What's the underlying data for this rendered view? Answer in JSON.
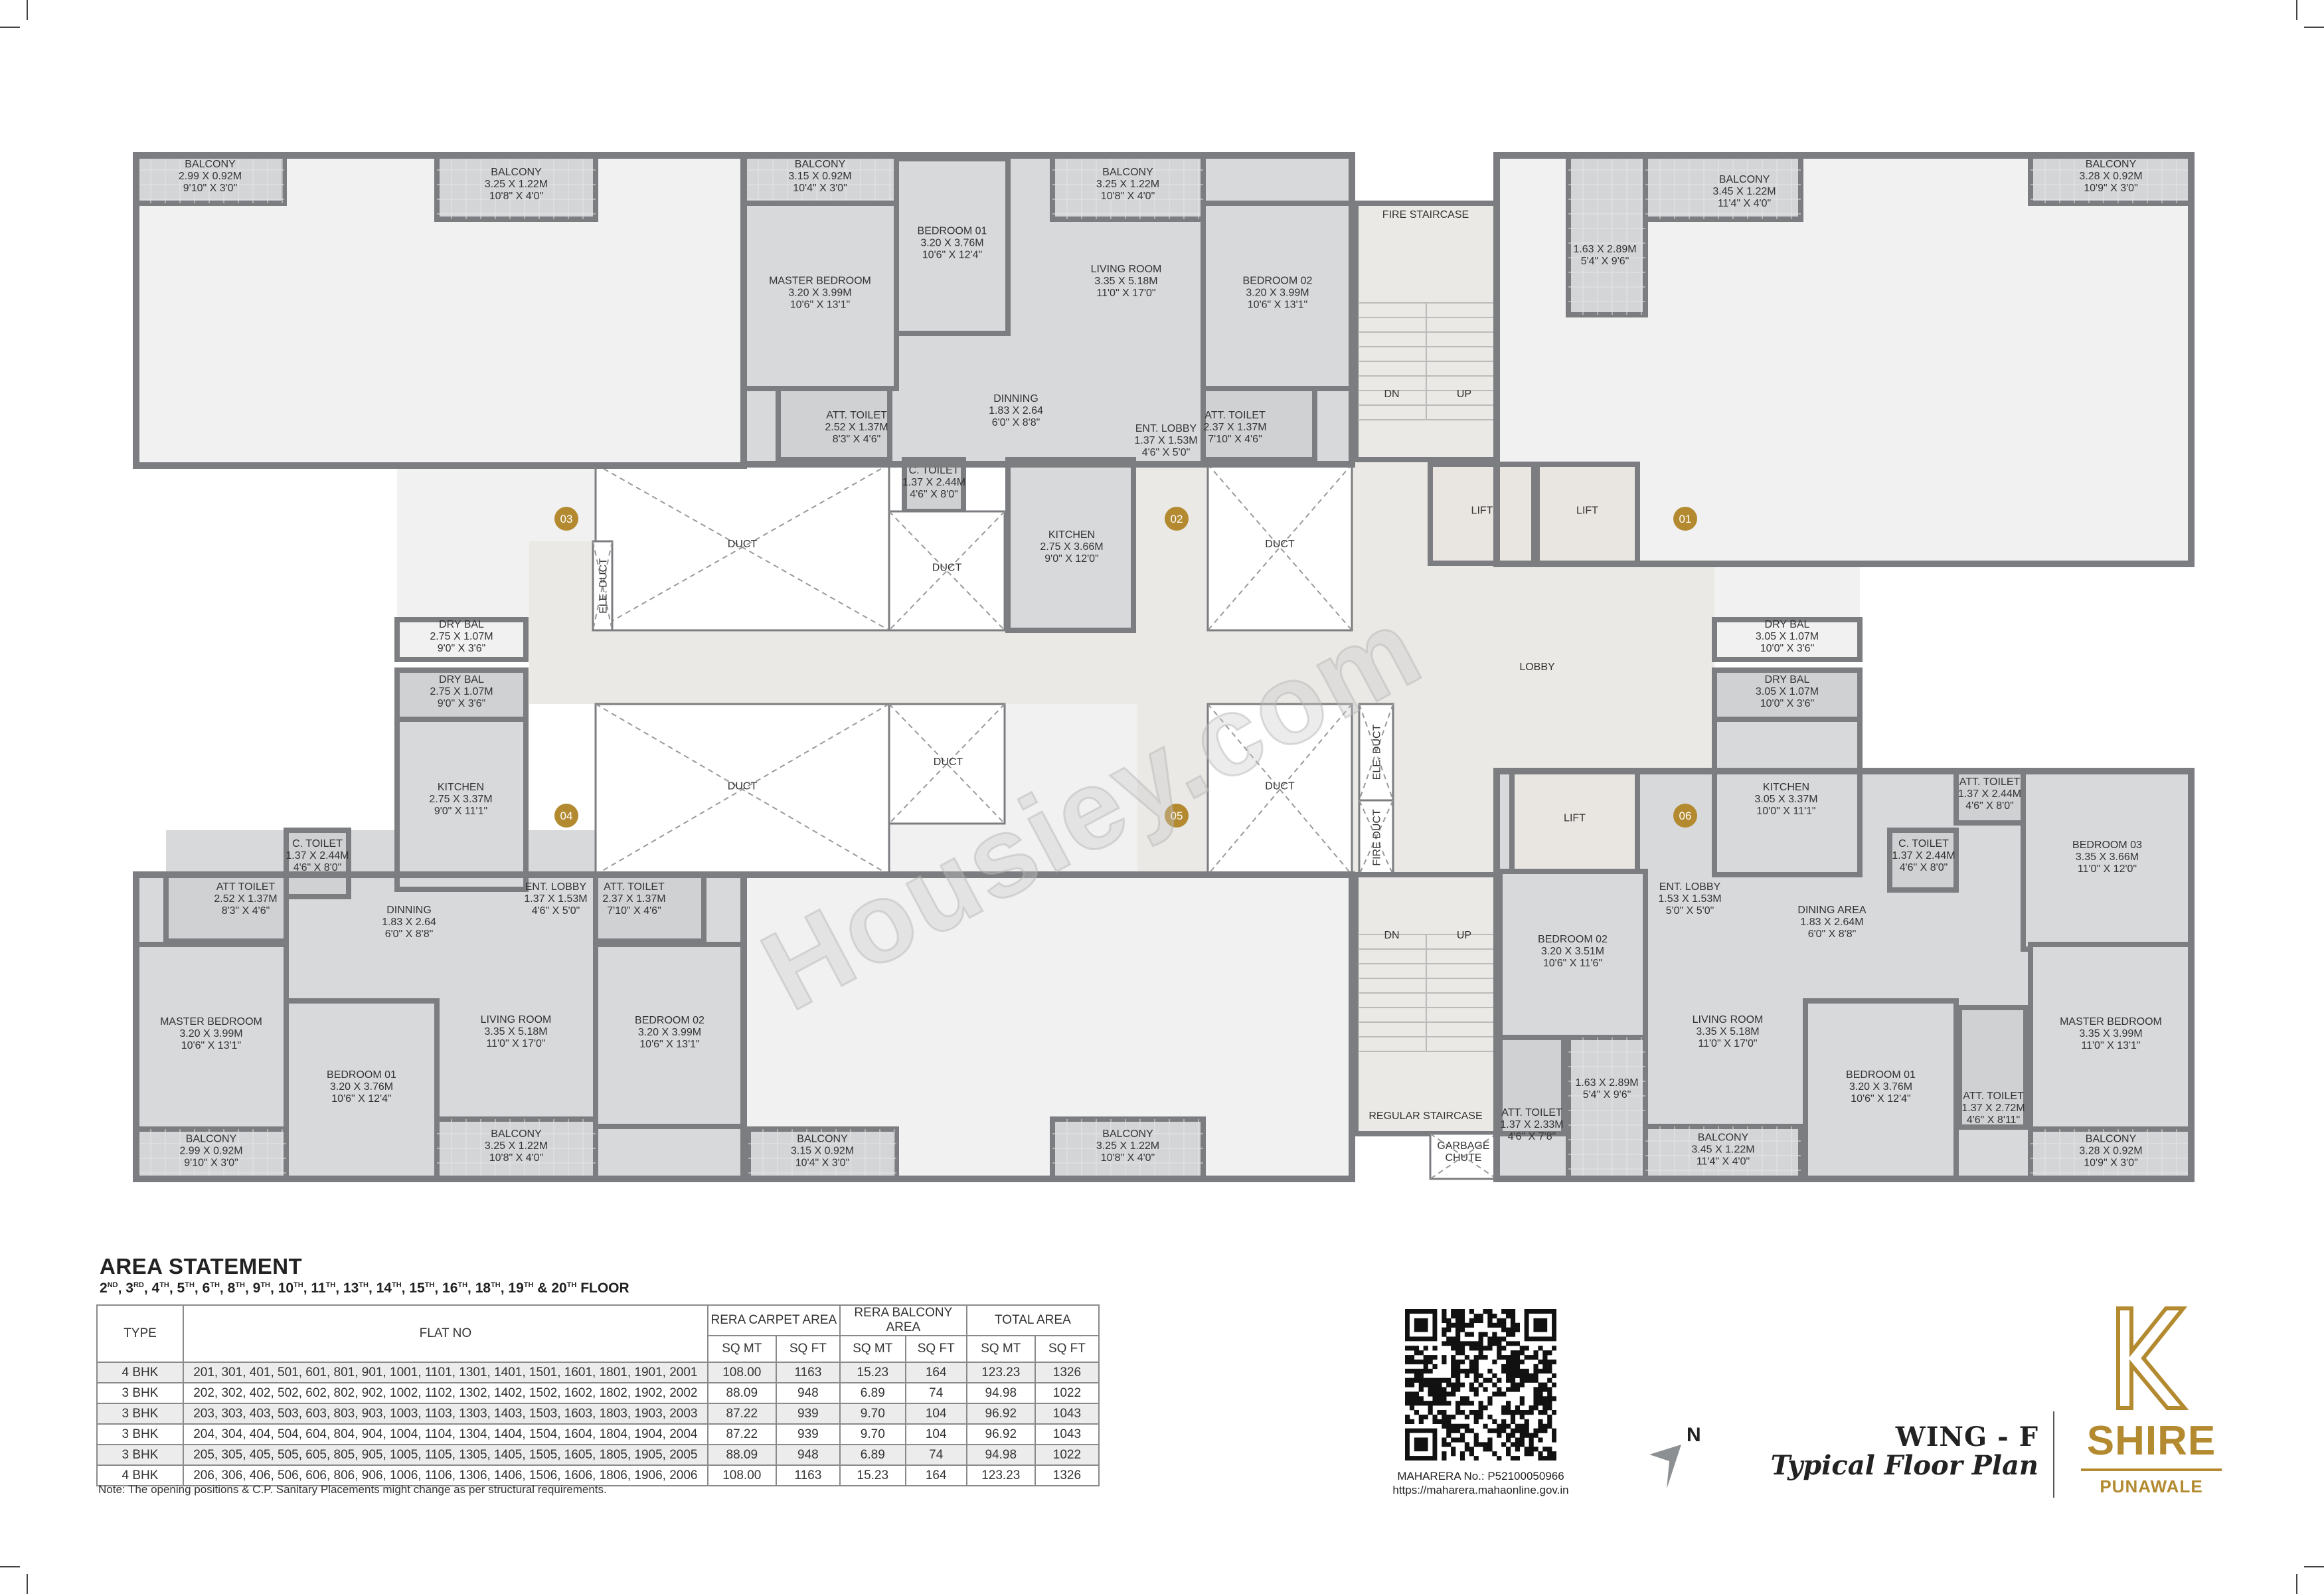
{
  "colors": {
    "grey_room": "#d8d9db",
    "light_room": "#f1f1f2",
    "balcony": "#d3d5d7",
    "lobby": "#ebe9e5",
    "wall": "#7b7d80",
    "gold": "#b38a2f"
  },
  "plan": {
    "rooms": {
      "t03_bal1": {
        "name": "BALCONY",
        "metric": "2.99 X 0.92M",
        "imperial": "9'10\" X 3'0\""
      },
      "t03_bal2": {
        "name": "BALCONY",
        "metric": "3.25 X 1.22M",
        "imperial": "10'8\" X 4'0\""
      },
      "t03_dry": {
        "name": "DRY BAL",
        "metric": "2.75 X 1.07M",
        "imperial": "9'0\" X 3'6\""
      },
      "t02_bal1": {
        "name": "BALCONY",
        "metric": "3.15 X 0.92M",
        "imperial": "10'4\" X 3'0\""
      },
      "t02_master": {
        "name": "MASTER BEDROOM",
        "metric": "3.20 X 3.99M",
        "imperial": "10'6\" X 13'1\""
      },
      "t02_bed1": {
        "name": "BEDROOM 01",
        "metric": "3.20 X 3.76M",
        "imperial": "10'6\" X 12'4\""
      },
      "t02_bal2": {
        "name": "BALCONY",
        "metric": "3.25 X 1.22M",
        "imperial": "10'8\" X 4'0\""
      },
      "t02_living": {
        "name": "LIVING ROOM",
        "metric": "3.35 X 5.18M",
        "imperial": "11'0\" X 17'0\""
      },
      "t02_bed2": {
        "name": "BEDROOM 02",
        "metric": "3.20 X 3.99M",
        "imperial": "10'6\" X 13'1\""
      },
      "t02_att1": {
        "name": "ATT. TOILET",
        "metric": "2.52 X 1.37M",
        "imperial": "8'3\" X 4'6\""
      },
      "t02_ctoilet": {
        "name": "C. TOILET",
        "metric": "1.37 X 2.44M",
        "imperial": "4'6\" X 8'0\""
      },
      "t02_dinning": {
        "name": "DINNING",
        "metric": "1.83 X 2.64",
        "imperial": "6'0\" X 8'8\""
      },
      "t02_entlobby": {
        "name": "ENT. LOBBY",
        "metric": "1.37 X 1.53M",
        "imperial": "4'6\" X 5'0\""
      },
      "t02_att2": {
        "name": "ATT. TOILET",
        "metric": "2.37 X 1.37M",
        "imperial": "7'10\" X 4'6\""
      },
      "t02_kitchen": {
        "name": "KITCHEN",
        "metric": "2.75 X 3.66M",
        "imperial": "9'0\" X 12'0\""
      },
      "duct1": {
        "name": "DUCT"
      },
      "duct2": {
        "name": "DUCT"
      },
      "duct3": {
        "name": "DUCT"
      },
      "eleduct1": {
        "name": "ELE. DUCT"
      },
      "fire_stair": {
        "name": "FIRE STAIRCASE",
        "dn": "DN",
        "up": "UP"
      },
      "lift1": {
        "name": "LIFT"
      },
      "lift2": {
        "name": "LIFT"
      },
      "lobby": {
        "name": "LOBBY"
      },
      "t01_balside": {
        "name": "",
        "metric": "1.63 X 2.89M",
        "imperial": "5'4\" X 9'6\""
      },
      "t01_bal1": {
        "name": "BALCONY",
        "metric": "3.45 X 1.22M",
        "imperial": "11'4\" X 4'0\""
      },
      "t01_bal2": {
        "name": "BALCONY",
        "metric": "3.28 X 0.92M",
        "imperial": "10'9\" X 3'0\""
      },
      "t01_dry": {
        "name": "DRY BAL",
        "metric": "3.05 X 1.07M",
        "imperial": "10'0\" X 3'6\""
      },
      "b04_dry": {
        "name": "DRY BAL",
        "metric": "2.75 X 1.07M",
        "imperial": "9'0\" X 3'6\""
      },
      "b04_kitchen": {
        "name": "KITCHEN",
        "metric": "2.75 X 3.37M",
        "imperial": "9'0\" X 11'1\""
      },
      "b04_ctoilet": {
        "name": "C. TOILET",
        "metric": "1.37 X 2.44M",
        "imperial": "4'6\" X 8'0\""
      },
      "b04_att1": {
        "name": "ATT TOILET",
        "metric": "2.52 X 1.37M",
        "imperial": "8'3\" X 4'6\""
      },
      "b04_dinning": {
        "name": "DINNING",
        "metric": "1.83 X 2.64",
        "imperial": "6'0\" X 8'8\""
      },
      "b04_entlobby": {
        "name": "ENT. LOBBY",
        "metric": "1.37 X 1.53M",
        "imperial": "4'6\" X 5'0\""
      },
      "b04_att2": {
        "name": "ATT. TOILET",
        "metric": "2.37 X 1.37M",
        "imperial": "7'10\" X 4'6\""
      },
      "b04_master": {
        "name": "MASTER BEDROOM",
        "metric": "3.20 X 3.99M",
        "imperial": "10'6\" X 13'1\""
      },
      "b04_bed1": {
        "name": "BEDROOM 01",
        "metric": "3.20 X 3.76M",
        "imperial": "10'6\" X 12'4\""
      },
      "b04_living": {
        "name": "LIVING ROOM",
        "metric": "3.35 X 5.18M",
        "imperial": "11'0\" X 17'0\""
      },
      "b04_bed2": {
        "name": "BEDROOM 02",
        "metric": "3.20 X 3.99M",
        "imperial": "10'6\" X 13'1\""
      },
      "b04_bal1": {
        "name": "BALCONY",
        "metric": "2.99 X 0.92M",
        "imperial": "9'10\" X 3'0\""
      },
      "b04_bal2": {
        "name": "BALCONY",
        "metric": "3.25 X 1.22M",
        "imperial": "10'8\" X 4'0\""
      },
      "duct4": {
        "name": "DUCT"
      },
      "duct5": {
        "name": "DUCT"
      },
      "duct6": {
        "name": "DUCT"
      },
      "b05_bal1": {
        "name": "BALCONY",
        "metric": "3.15 X 0.92M",
        "imperial": "10'4\" X 3'0\""
      },
      "b05_bal2": {
        "name": "BALCONY",
        "metric": "3.25 X 1.22M",
        "imperial": "10'8\" X 4'0\""
      },
      "eleduct2": {
        "name": "ELE. DUCT"
      },
      "fireduct": {
        "name": "FIRE DUCT"
      },
      "lift3": {
        "name": "LIFT"
      },
      "reg_stair": {
        "name": "REGULAR STAIRCASE",
        "dn": "DN",
        "up": "UP"
      },
      "garbage": {
        "name": "GARBAGE",
        "metric": "CHUTE"
      },
      "b06_dry": {
        "name": "DRY BAL",
        "metric": "3.05 X 1.07M",
        "imperial": "10'0\" X 3'6\""
      },
      "b06_kitchen": {
        "name": "KITCHEN",
        "metric": "3.05 X 3.37M",
        "imperial": "10'0\" X 11'1\""
      },
      "b06_entlobby": {
        "name": "ENT. LOBBY",
        "metric": "1.53 X 1.53M",
        "imperial": "5'0\" X 5'0\""
      },
      "b06_dining": {
        "name": "DINING AREA",
        "metric": "1.83 X 2.64M",
        "imperial": "6'0\" X 8'8\""
      },
      "b06_ctoilet": {
        "name": "C. TOILET",
        "metric": "1.37 X 2.44M",
        "imperial": "4'6\" X 8'0\""
      },
      "b06_att1": {
        "name": "ATT. TOILET",
        "metric": "1.37 X 2.44M",
        "imperial": "4'6\" X 8'0\""
      },
      "b06_bed3": {
        "name": "BEDROOM 03",
        "metric": "3.35 X 3.66M",
        "imperial": "11'0\" X 12'0\""
      },
      "b06_bed2": {
        "name": "BEDROOM 02",
        "metric": "3.20 X 3.51M",
        "imperial": "10'6\" X 11'6\""
      },
      "b06_living": {
        "name": "LIVING ROOM",
        "metric": "3.35 X 5.18M",
        "imperial": "11'0\" X 17'0\""
      },
      "b06_bed1": {
        "name": "BEDROOM 01",
        "metric": "3.20 X 3.76M",
        "imperial": "10'6\" X 12'4\""
      },
      "b06_master": {
        "name": "MASTER BEDROOM",
        "metric": "3.35 X 3.99M",
        "imperial": "11'0\" X 13'1\""
      },
      "b06_att3": {
        "name": "ATT. TOILET",
        "metric": "1.37 X 2.72M",
        "imperial": "4'6\" X 8'11\""
      },
      "b06_att2": {
        "name": "ATT. TOILET",
        "metric": "1.37 X 2.33M",
        "imperial": "4'6\" X 7'8\""
      },
      "b06_balside": {
        "name": "",
        "metric": "1.63 X 2.89M",
        "imperial": "5'4\" X 9'6\""
      },
      "b06_bal1": {
        "name": "BALCONY",
        "metric": "3.45 X 1.22M",
        "imperial": "11'4\" X 4'0\""
      },
      "b06_bal2": {
        "name": "BALCONY",
        "metric": "3.28 X 0.92M",
        "imperial": "10'9\" X 3'0\""
      }
    },
    "units": [
      "01",
      "02",
      "03",
      "04",
      "05",
      "06"
    ],
    "watermark": "Housiey.com"
  },
  "area_statement": {
    "title": "AREA STATEMENT",
    "floors": [
      {
        "n": "2",
        "sup": "ND"
      },
      {
        "n": "3",
        "sup": "RD"
      },
      {
        "n": "4",
        "sup": "TH"
      },
      {
        "n": "5",
        "sup": "TH"
      },
      {
        "n": "6",
        "sup": "TH"
      },
      {
        "n": "8",
        "sup": "TH"
      },
      {
        "n": "9",
        "sup": "TH"
      },
      {
        "n": "10",
        "sup": "TH"
      },
      {
        "n": "11",
        "sup": "TH"
      },
      {
        "n": "13",
        "sup": "TH"
      },
      {
        "n": "14",
        "sup": "TH"
      },
      {
        "n": "15",
        "sup": "TH"
      },
      {
        "n": "16",
        "sup": "TH"
      },
      {
        "n": "18",
        "sup": "TH"
      },
      {
        "n": "19",
        "sup": "TH"
      },
      {
        "n": "20",
        "sup": "TH"
      }
    ],
    "floors_joiner": "&",
    "floors_suffix": "FLOOR",
    "headers": {
      "type": "TYPE",
      "flat_no": "FLAT NO",
      "carpet": "RERA CARPET AREA",
      "balcony": "RERA BALCONY AREA",
      "total": "TOTAL AREA",
      "sq_mt": "SQ MT",
      "sq_ft": "SQ FT"
    },
    "rows": [
      {
        "type": "4 BHK",
        "flats": "201, 301, 401, 501, 601, 801, 901, 1001, 1101, 1301, 1401, 1501, 1601, 1801, 1901, 2001",
        "carpet_mt": "108.00",
        "carpet_ft": "1163",
        "bal_mt": "15.23",
        "bal_ft": "164",
        "total_mt": "123.23",
        "total_ft": "1326"
      },
      {
        "type": "3 BHK",
        "flats": "202, 302, 402, 502, 602, 802, 902, 1002, 1102, 1302, 1402, 1502, 1602, 1802, 1902, 2002",
        "carpet_mt": "88.09",
        "carpet_ft": "948",
        "bal_mt": "6.89",
        "bal_ft": "74",
        "total_mt": "94.98",
        "total_ft": "1022"
      },
      {
        "type": "3 BHK",
        "flats": "203, 303, 403, 503, 603, 803, 903, 1003, 1103, 1303, 1403, 1503, 1603, 1803, 1903, 2003",
        "carpet_mt": "87.22",
        "carpet_ft": "939",
        "bal_mt": "9.70",
        "bal_ft": "104",
        "total_mt": "96.92",
        "total_ft": "1043"
      },
      {
        "type": "3 BHK",
        "flats": "204, 304, 404, 504, 604, 804, 904, 1004, 1104, 1304, 1404, 1504, 1604, 1804, 1904, 2004",
        "carpet_mt": "87.22",
        "carpet_ft": "939",
        "bal_mt": "9.70",
        "bal_ft": "104",
        "total_mt": "96.92",
        "total_ft": "1043"
      },
      {
        "type": "3 BHK",
        "flats": "205, 305, 405, 505, 605, 805, 905, 1005, 1105, 1305, 1405, 1505, 1605, 1805, 1905, 2005",
        "carpet_mt": "88.09",
        "carpet_ft": "948",
        "bal_mt": "6.89",
        "bal_ft": "74",
        "total_mt": "94.98",
        "total_ft": "1022"
      },
      {
        "type": "4 BHK",
        "flats": "206, 306, 406, 506, 606, 806, 906, 1006, 1106, 1306, 1406, 1506, 1606, 1806, 1906, 2006",
        "carpet_mt": "108.00",
        "carpet_ft": "1163",
        "bal_mt": "15.23",
        "bal_ft": "164",
        "total_mt": "123.23",
        "total_ft": "1326"
      }
    ],
    "note": "Note: The opening positions & C.P. Sanitary Placements might change as per structural requirements."
  },
  "maharera": {
    "number": "MAHARERA No.: P52100050966",
    "url": "https://maharera.mahaonline.gov.in"
  },
  "compass": {
    "label": "N"
  },
  "plan_title": {
    "wing": "WING - F",
    "subtitle": "Typical Floor Plan"
  },
  "logo": {
    "letter": "K",
    "name": "SHIRE",
    "location": "PUNAWALE"
  }
}
